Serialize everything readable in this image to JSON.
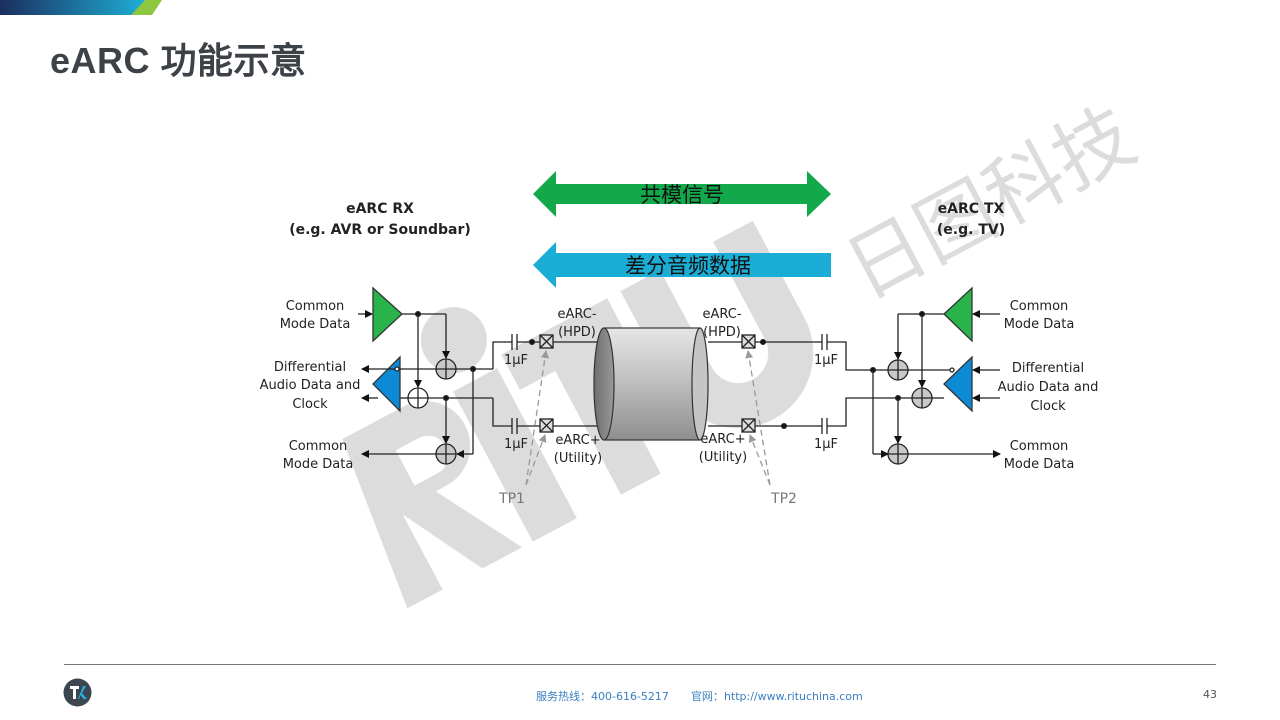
{
  "page": {
    "title": "eARC 功能示意",
    "page_number": "43"
  },
  "colors": {
    "topbar_dark": "#1b2f5e",
    "topbar_blue": "#1eaed6",
    "topbar_green": "#8dc63f",
    "title_text": "#3d4248",
    "common_mode_green": "#12a94b",
    "differential_blue": "#1aaed6",
    "amp_green": "#2ab34a",
    "amp_blue": "#0d8ad6",
    "footer_text": "#3a7fc0",
    "watermark": "#d9d9d9"
  },
  "diagram": {
    "rx_title": "eARC RX",
    "rx_subtitle": "(e.g. AVR or Soundbar)",
    "tx_title": "eARC TX",
    "tx_subtitle": "(e.g. TV)",
    "arrow_common_mode": "共模信号",
    "arrow_differential": "差分音频数据",
    "rx_common_mode_in": [
      "Common",
      "Mode Data"
    ],
    "rx_differential": [
      "Differential",
      "Audio Data and",
      "Clock"
    ],
    "rx_common_mode_out": [
      "Common",
      "Mode Data"
    ],
    "tx_common_mode_in": [
      "Common",
      "Mode Data"
    ],
    "tx_differential": [
      "Differential",
      "Audio Data and",
      "Clock"
    ],
    "tx_common_mode_out": [
      "Common",
      "Mode Data"
    ],
    "capacitor_label": "1µF",
    "earc_minus": [
      "eARC-",
      "(HPD)"
    ],
    "earc_plus": [
      "eARC+",
      "(Utility)"
    ],
    "test_point_1": "TP1",
    "test_point_2": "TP2"
  },
  "watermark": {
    "logo_text": "RiTU",
    "company": "日图科技"
  },
  "footer": {
    "hotline_label": "服务热线：",
    "hotline": "400-616-5217",
    "website_label": "官网：",
    "website": "http://www.rituchina.com"
  }
}
